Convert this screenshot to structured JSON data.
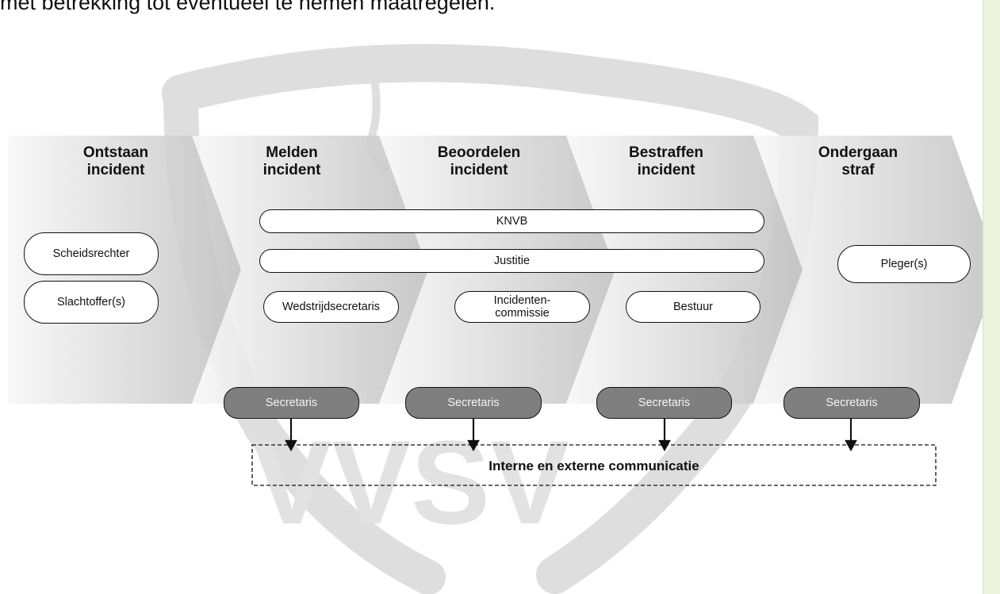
{
  "intro_text": "met betrekking tot eventueel te nemen maatregelen.",
  "stages": [
    {
      "title": "Ontstaan\nincident"
    },
    {
      "title": "Melden\nincident"
    },
    {
      "title": "Beoordelen\nincident"
    },
    {
      "title": "Bestraffen\nincident"
    },
    {
      "title": "Ondergaan\nstraf"
    }
  ],
  "actors": {
    "scheidsrechter": "Scheidsrechter",
    "slachtoffers": "Slachtoffer(s)",
    "knvb": "KNVB",
    "justitie": "Justitie",
    "wedstrijdsecretaris": "Wedstrijdsecretaris",
    "incidentencommissie": "Incidenten-\ncommissie",
    "bestuur": "Bestuur",
    "plegers": "Pleger(s)"
  },
  "secretaris_label": "Secretaris",
  "communication_label": "Interne en externe communicatie",
  "watermark": "VVSV",
  "colors": {
    "chevron_fill": "#d9d9d9",
    "secretaris_fill": "#7f7f7f",
    "side_strip": "#ebf3dc",
    "watermark": "#dcdcdc"
  }
}
